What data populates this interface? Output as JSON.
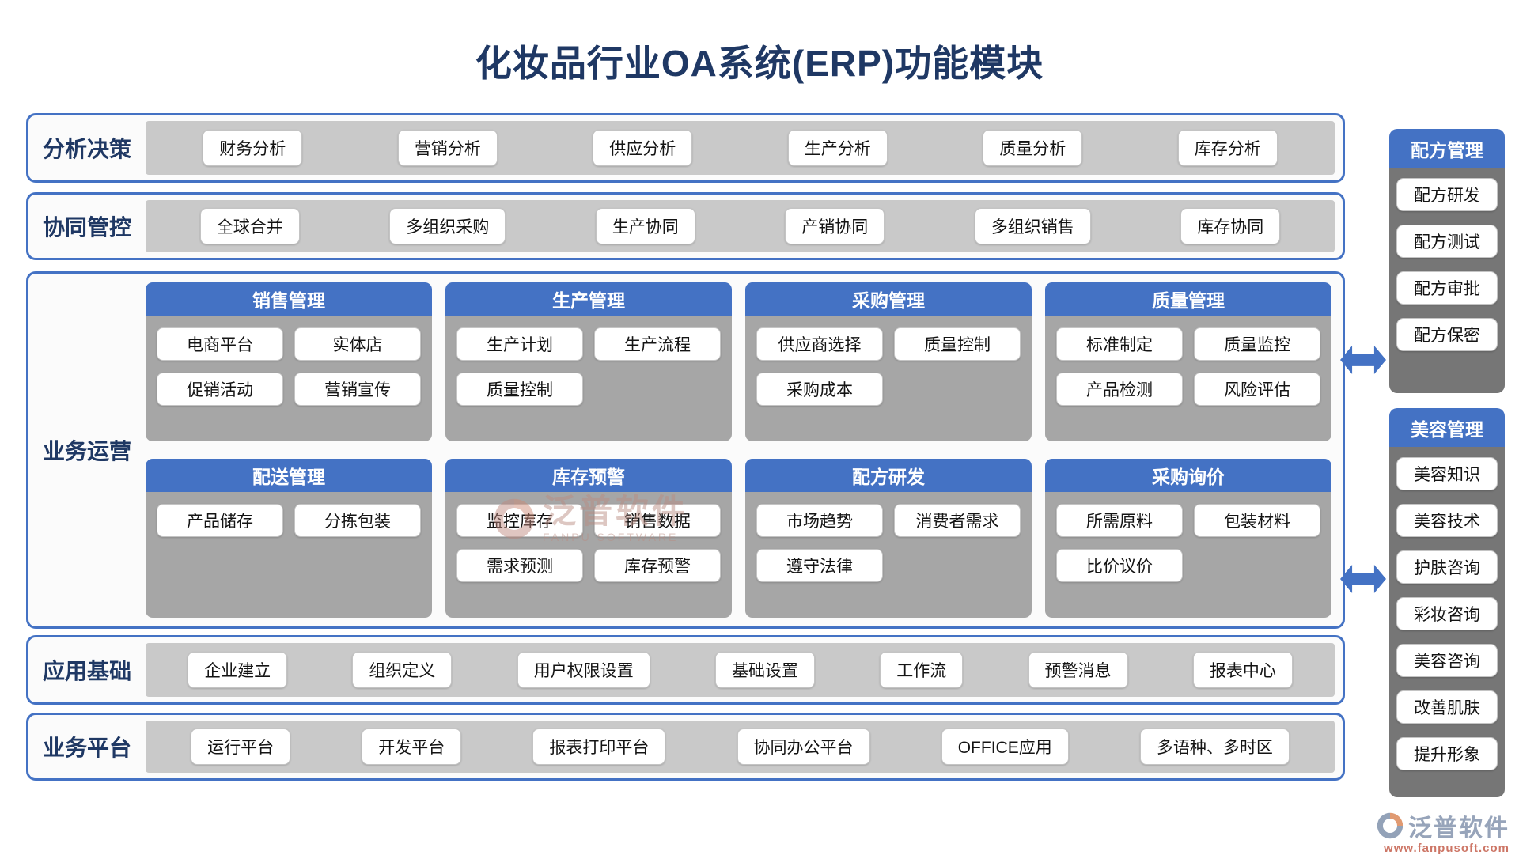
{
  "title": "化妆品行业OA系统(ERP)功能模块",
  "analysis": {
    "label": "分析决策",
    "items": [
      "财务分析",
      "营销分析",
      "供应分析",
      "生产分析",
      "质量分析",
      "库存分析"
    ]
  },
  "collab": {
    "label": "协同管控",
    "items": [
      "全球合并",
      "多组织采购",
      "生产协同",
      "产销协同",
      "多组织销售",
      "库存协同"
    ]
  },
  "op": {
    "label": "业务运营",
    "modules": [
      {
        "title": "销售管理",
        "items": [
          "电商平台",
          "实体店",
          "促销活动",
          "营销宣传"
        ]
      },
      {
        "title": "生产管理",
        "items": [
          "生产计划",
          "生产流程",
          "质量控制"
        ]
      },
      {
        "title": "采购管理",
        "items": [
          "供应商选择",
          "质量控制",
          "采购成本"
        ]
      },
      {
        "title": "质量管理",
        "items": [
          "标准制定",
          "质量监控",
          "产品检测",
          "风险评估"
        ]
      },
      {
        "title": "配送管理",
        "items": [
          "产品储存",
          "分拣包装"
        ]
      },
      {
        "title": "库存预警",
        "items": [
          "监控库存",
          "销售数据",
          "需求预测",
          "库存预警"
        ]
      },
      {
        "title": "配方研发",
        "items": [
          "市场趋势",
          "消费者需求",
          "遵守法律"
        ]
      },
      {
        "title": "采购询价",
        "items": [
          "所需原料",
          "包装材料",
          "比价议价"
        ]
      }
    ]
  },
  "foundation": {
    "label": "应用基础",
    "items": [
      "企业建立",
      "组织定义",
      "用户权限设置",
      "基础设置",
      "工作流",
      "预警消息",
      "报表中心"
    ]
  },
  "platform": {
    "label": "业务平台",
    "items": [
      "运行平台",
      "开发平台",
      "报表打印平台",
      "协同办公平台",
      "OFFICE应用",
      "多语种、多时区"
    ]
  },
  "sidebar": {
    "panels": [
      {
        "title": "配方管理",
        "items": [
          "配方研发",
          "配方测试",
          "配方审批",
          "配方保密"
        ]
      },
      {
        "title": "美容管理",
        "items": [
          "美容知识",
          "美容技术",
          "护肤咨询",
          "彩妆咨询",
          "美容咨询",
          "改善肌肤",
          "提升形象"
        ]
      }
    ]
  },
  "watermark": {
    "text": "泛普软件",
    "subtext": "FANPU SOFTWARE"
  },
  "footer": {
    "brand": "泛普软件",
    "url": "www.fanpusoft.com"
  },
  "colors": {
    "accent_blue": "#4472c4",
    "navy_text": "#1f3864",
    "strip_gray": "#c9c9c9",
    "module_body_gray": "#a6a6a6",
    "sidebar_body_gray": "#767676",
    "brand_gray": "#97a4ba",
    "url_orange": "#cd7666"
  }
}
